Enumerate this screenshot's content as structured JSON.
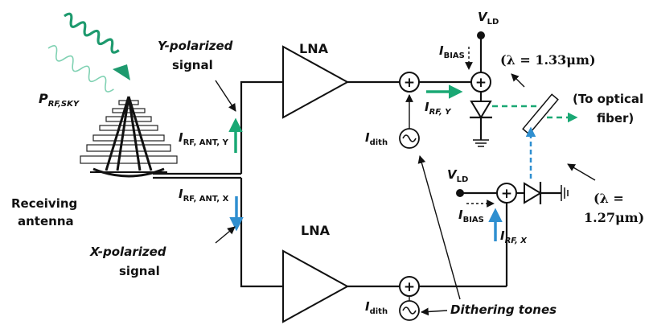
{
  "labels": {
    "p_rf_sky": {
      "main": "P",
      "sub": "RF,SKY"
    },
    "receiving_antenna": [
      "Receiving",
      "antenna"
    ],
    "y_polarized": [
      "Y-polarized",
      "signal"
    ],
    "x_polarized": [
      "X-polarized",
      "signal"
    ],
    "i_rf_ant_y": {
      "main": "I",
      "sub": "RF, ANT, Y"
    },
    "i_rf_ant_x": {
      "main": "I",
      "sub": "RF, ANT, X"
    },
    "lna_top": "LNA",
    "lna_bottom": "LNA",
    "i_dith_top": {
      "main": "I",
      "sub": "dith"
    },
    "i_dith_bottom": {
      "main": "I",
      "sub": "dith"
    },
    "v_ld_top": {
      "main": "V",
      "sub": "LD"
    },
    "v_ld_bottom": {
      "main": "V",
      "sub": "LD"
    },
    "i_bias_top": {
      "main": "I",
      "sub": "BIAS"
    },
    "i_bias_bottom": {
      "main": "I",
      "sub": "BIAS"
    },
    "i_rf_y": {
      "main": "I",
      "sub": "RF, Y"
    },
    "i_rf_x": {
      "main": "I",
      "sub": "RF, X"
    },
    "lambda_top": "(λ = 1.33μm)",
    "lambda_bottom": [
      "(λ =",
      "1.27μm)"
    ],
    "to_fiber": [
      "(To optical",
      "fiber)"
    ],
    "dithering_tones": "Dithering tones",
    "summer_symbol": "+"
  },
  "colors": {
    "green": "#1aa874",
    "blue": "#2f8fd0",
    "wire": "#111111",
    "wave": "#1e9a6e"
  }
}
